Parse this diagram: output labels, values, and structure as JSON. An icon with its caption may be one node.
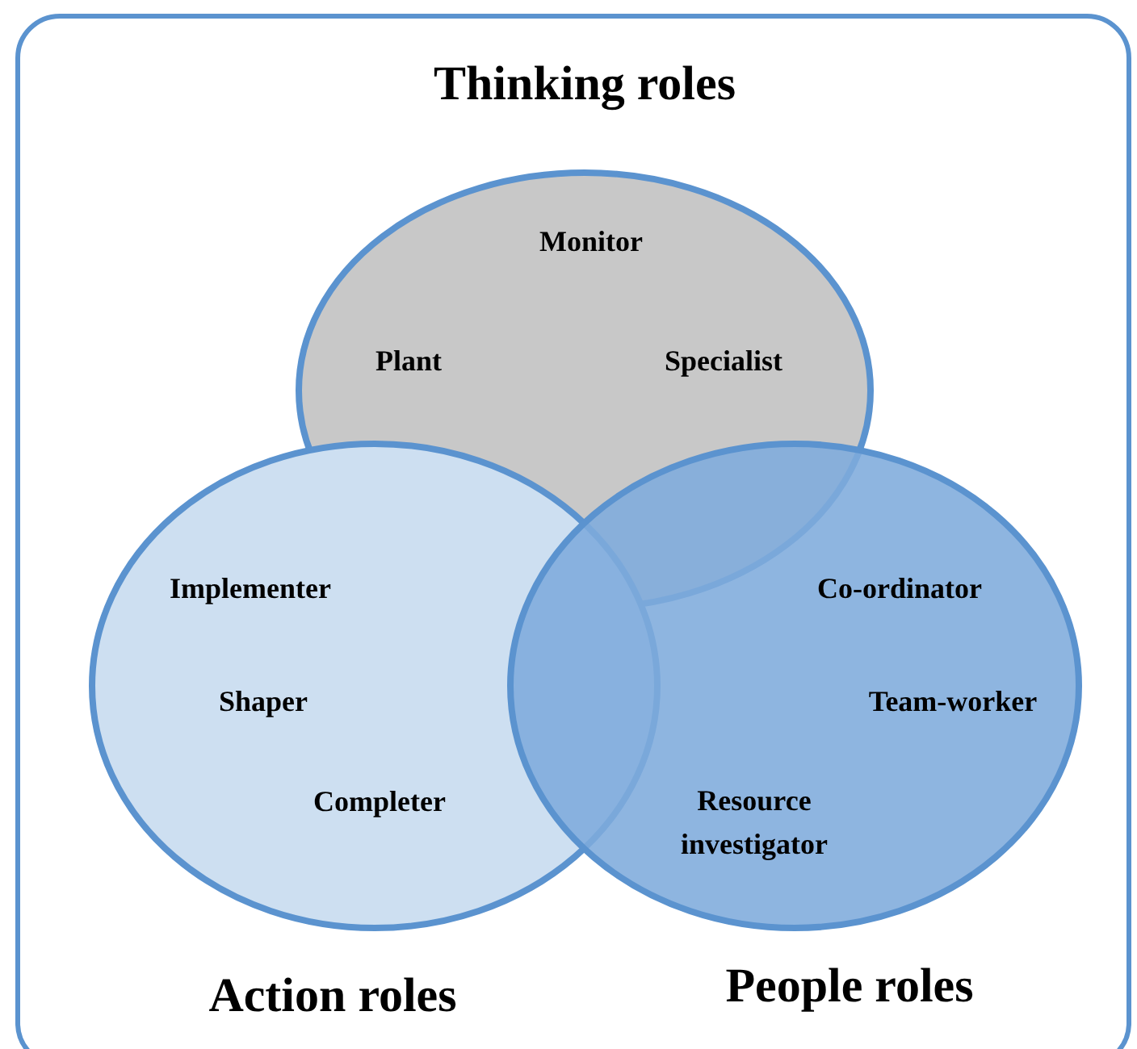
{
  "diagram": {
    "nodes": [
      {
        "text": [
          "Thinking roles",
          "Monitor",
          "Plant",
          "Specialist"
        ]
      },
      {
        "text": [
          "Action roles",
          "Implementer",
          "Shaper",
          "Completer"
        ]
      },
      {
        "text": [
          "People roles",
          "Co-ordinator",
          "Team-worker",
          "Resource investigator"
        ]
      }
    ]
  }
}
